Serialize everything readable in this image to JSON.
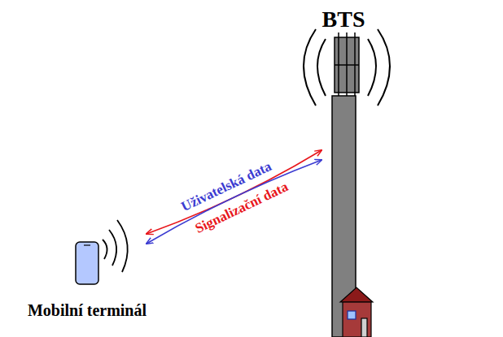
{
  "diagram": {
    "nodes": [
      {
        "text": [
          "Mobilní terminál"
        ]
      },
      {
        "text": [
          "BTS"
        ]
      }
    ],
    "edges": [
      {
        "from": 0,
        "to": 1,
        "arrow": "both",
        "label": "Signalizační data"
      },
      {
        "from": 0,
        "to": 1,
        "arrow": "both",
        "label": "Uživatelská data"
      }
    ]
  }
}
